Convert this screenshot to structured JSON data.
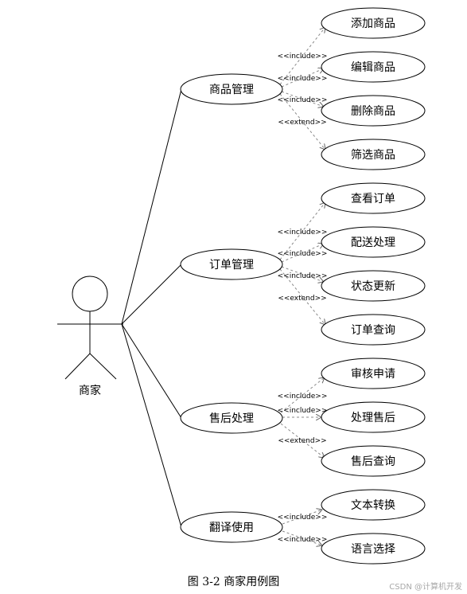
{
  "diagram": {
    "actor": {
      "label": "商家"
    },
    "groups": [
      {
        "label": "商品管理",
        "children": [
          {
            "label": "添加商品",
            "relation": "<<include>>"
          },
          {
            "label": "编辑商品",
            "relation": "<<include>>"
          },
          {
            "label": "删除商品",
            "relation": "<<include>>"
          },
          {
            "label": "筛选商品",
            "relation": "<<extend>>"
          }
        ]
      },
      {
        "label": "订单管理",
        "children": [
          {
            "label": "查看订单",
            "relation": "<<include>>"
          },
          {
            "label": "配送处理",
            "relation": "<<include>>"
          },
          {
            "label": "状态更新",
            "relation": "<<include>>"
          },
          {
            "label": "订单查询",
            "relation": "<<extend>>"
          }
        ]
      },
      {
        "label": "售后处理",
        "children": [
          {
            "label": "审核申请",
            "relation": "<<include>>"
          },
          {
            "label": "处理售后",
            "relation": "<<include>>"
          },
          {
            "label": "售后查询",
            "relation": "<<extend>>"
          }
        ]
      },
      {
        "label": "翻译使用",
        "children": [
          {
            "label": "文本转换",
            "relation": "<<include>>"
          },
          {
            "label": "语言选择",
            "relation": "<<include>>"
          }
        ]
      }
    ]
  },
  "caption": "图 3-2 商家用例图",
  "watermark": "CSDN @计算机开发",
  "colors": {
    "line": "#000000",
    "dashed_line": "#888888",
    "ellipse_fill": "#ffffff",
    "watermark": "#a8a8a8"
  }
}
